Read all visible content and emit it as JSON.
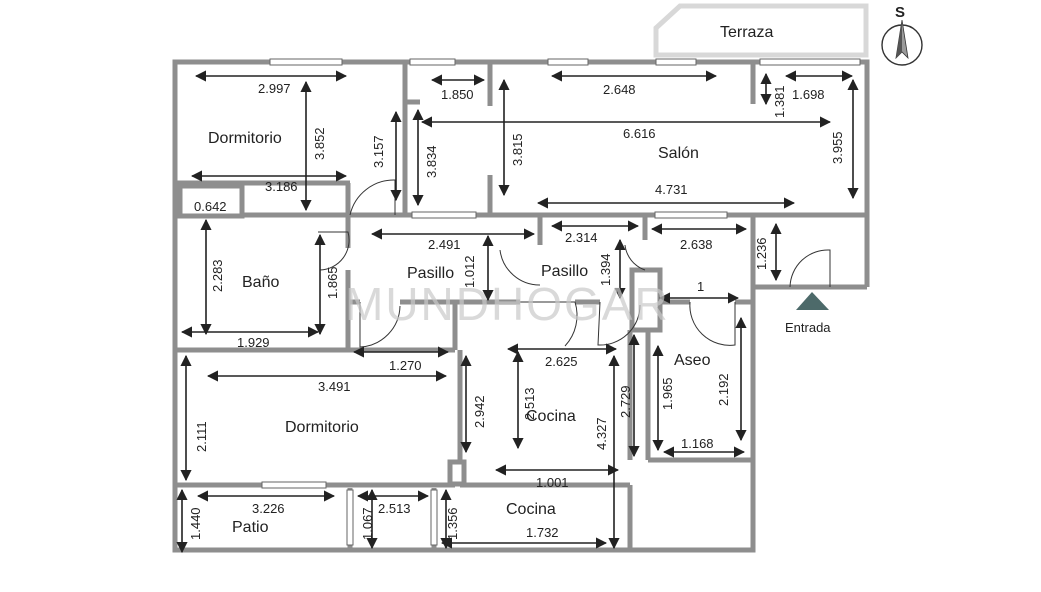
{
  "rooms": {
    "terraza": "Terraza",
    "dormitorio1": "Dormitorio",
    "salon": "Salón",
    "bano": "Baño",
    "pasillo1": "Pasillo",
    "pasillo2": "Pasillo",
    "dormitorio2": "Dormitorio",
    "cocina1": "Cocina",
    "aseo": "Aseo",
    "patio": "Patio",
    "cocina2": "Cocina",
    "entrada": "Entrada"
  },
  "compass": {
    "label": "S"
  },
  "watermark": "MUNDHOGAR",
  "dims": {
    "d2997": "2.997",
    "d3852": "3.852",
    "d3157": "3.157",
    "d3186": "3.186",
    "d1850": "1.850",
    "d3834": "3.834",
    "d3815": "3.815",
    "d2648": "2.648",
    "d1381": "1.381",
    "d1698": "1.698",
    "d6616": "6.616",
    "d3955": "3.955",
    "d4731": "4.731",
    "d0642": "0.642",
    "d2283": "2.283",
    "d1865": "1.865",
    "d1929": "1.929",
    "d2491": "2.491",
    "d1012": "1.012",
    "d2314": "2.314",
    "d1394": "1.394",
    "d2638": "2.638",
    "d1236": "1.236",
    "d1": "1",
    "d1270": "1.270",
    "d3491": "3.491",
    "d2111": "2.111",
    "d2625": "2.625",
    "d2513a": "2.513",
    "d2942": "2.942",
    "d4327": "4.327",
    "d2729": "2.729",
    "d1965": "1.965",
    "d2192": "2.192",
    "d1168": "1.168",
    "d1001": "1.001",
    "d3226": "3.226",
    "d1440": "1.440",
    "d1067": "1.067",
    "d2513b": "2.513",
    "d1356": "1.356",
    "d1732": "1.732"
  },
  "colors": {
    "wall": "#8e8e8e",
    "entrada_marker": "#4d6a6a"
  }
}
